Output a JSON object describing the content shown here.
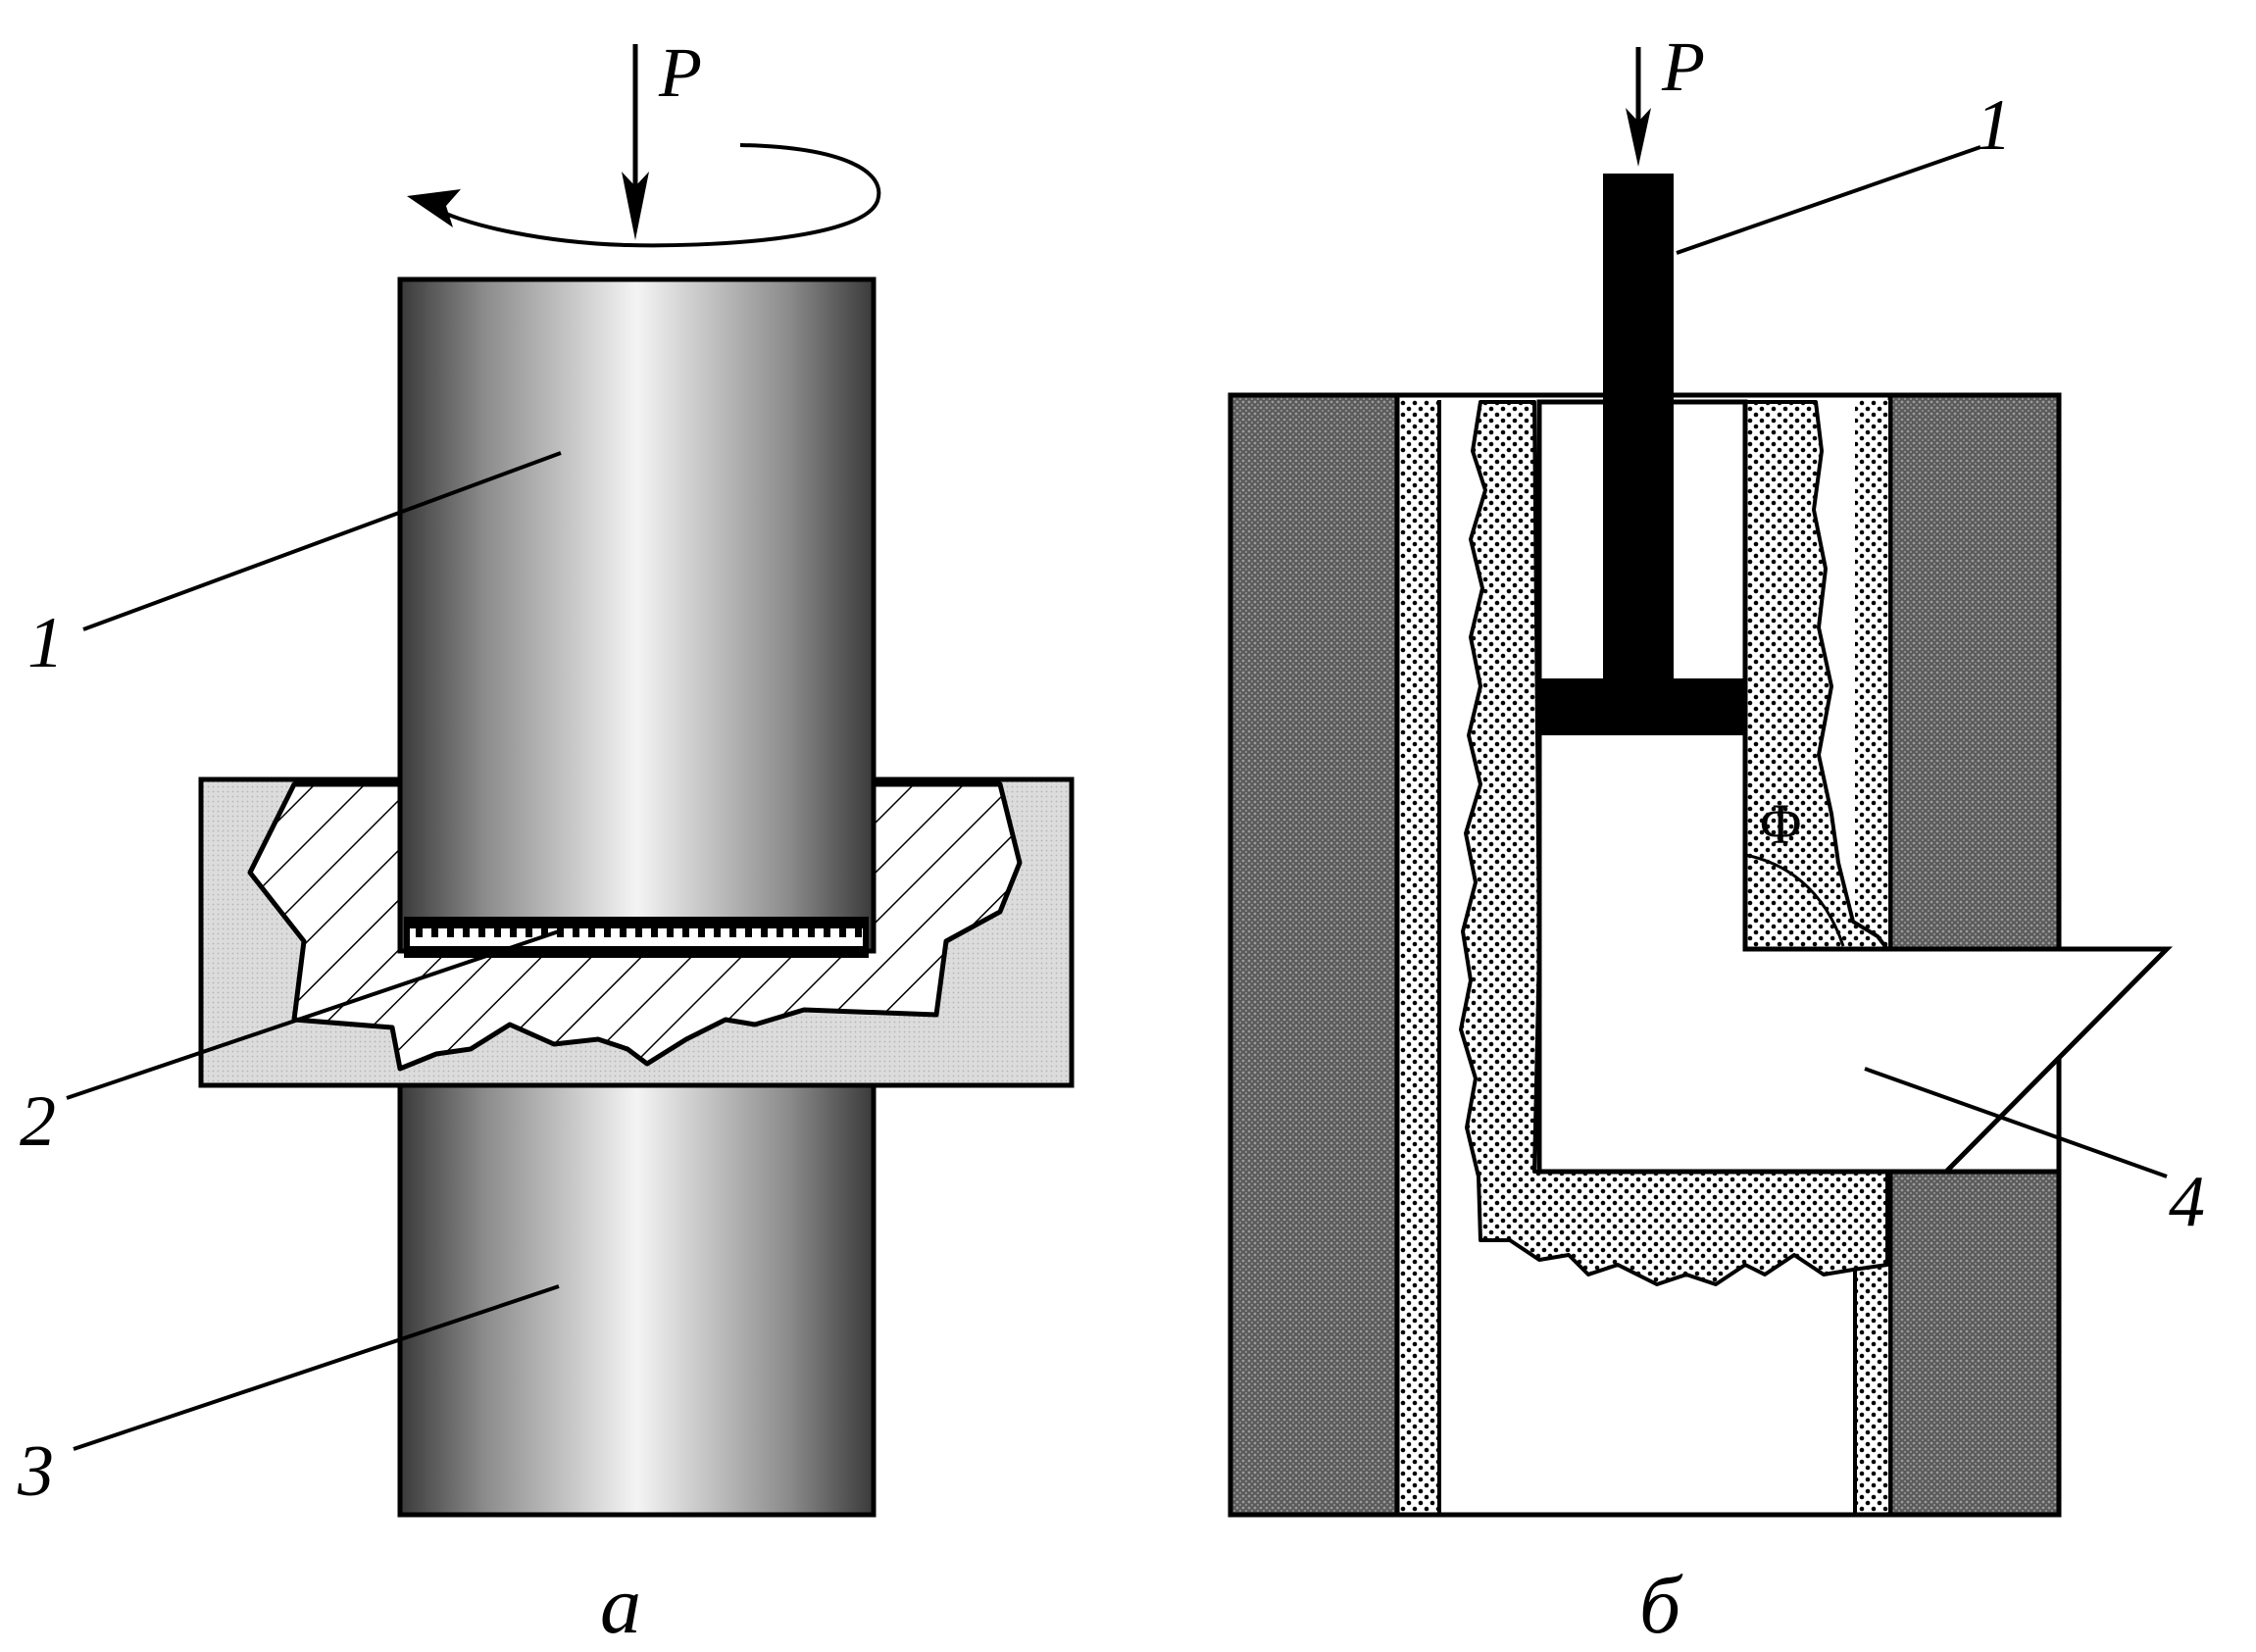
{
  "figure_a": {
    "caption": "а",
    "force_label": "P",
    "callouts": [
      {
        "id": "1",
        "label": "1"
      },
      {
        "id": "2",
        "label": "2"
      },
      {
        "id": "3",
        "label": "3"
      }
    ]
  },
  "figure_b": {
    "caption": "б",
    "force_label": "P",
    "phi_label": "Φ",
    "callouts": [
      {
        "id": "1",
        "label": "1"
      },
      {
        "id": "4",
        "label": "4"
      }
    ]
  },
  "colors": {
    "ink": "#000000",
    "background": "#ffffff",
    "light_fill": "#e6e6e6",
    "dark_wall": "#6f6f6f"
  }
}
